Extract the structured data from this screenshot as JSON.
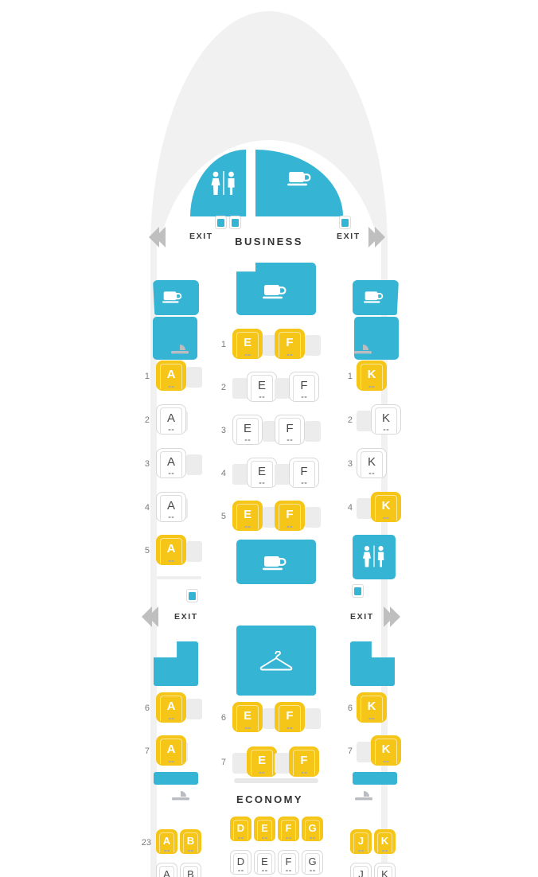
{
  "aircraft": {
    "nose_facilities": [
      {
        "name": "lavatory",
        "icon": "lavatory-icon",
        "side": "left"
      },
      {
        "name": "galley",
        "icon": "coffee-cup-icon",
        "side": "right"
      }
    ]
  },
  "cabins": [
    {
      "id": "business",
      "label": "BUSINESS"
    },
    {
      "id": "economy",
      "label": "ECONOMY"
    }
  ],
  "exits": [
    {
      "id": "exit-row-1",
      "left_label": "EXIT",
      "right_label": "EXIT"
    },
    {
      "id": "exit-row-2",
      "left_label": "EXIT",
      "right_label": "EXIT"
    }
  ],
  "legend_colors": {
    "available_seat": "#f5c518",
    "unavailable_seat": "#ffffff",
    "facility": "#36b4d4",
    "fuselage": "#f1f1f1",
    "exit_arrow": "#bfbfbf",
    "row_number": "#7a7a7a"
  },
  "business_rows": [
    {
      "row": "1",
      "left": [
        {
          "seat": "A",
          "status": "available",
          "offset": "right",
          "power": true
        }
      ],
      "center": [
        {
          "seat": "E",
          "status": "available",
          "offset": "left",
          "power": true
        },
        {
          "seat": "F",
          "status": "available",
          "offset": "left",
          "power": true
        }
      ],
      "right": [
        {
          "seat": "K",
          "status": "available",
          "offset": "left",
          "power": true
        }
      ]
    },
    {
      "row": "2",
      "left": [
        {
          "seat": "A",
          "status": "unavailable",
          "offset": "left",
          "power": true
        }
      ],
      "center": [
        {
          "seat": "E",
          "status": "unavailable",
          "offset": "right",
          "power": true
        },
        {
          "seat": "F",
          "status": "unavailable",
          "offset": "right",
          "power": true
        }
      ],
      "right": [
        {
          "seat": "K",
          "status": "unavailable",
          "offset": "right",
          "power": true
        }
      ]
    },
    {
      "row": "3",
      "left": [
        {
          "seat": "A",
          "status": "unavailable",
          "offset": "right",
          "power": true
        }
      ],
      "center": [
        {
          "seat": "E",
          "status": "unavailable",
          "offset": "left",
          "power": true
        },
        {
          "seat": "F",
          "status": "unavailable",
          "offset": "left",
          "power": true
        }
      ],
      "right": [
        {
          "seat": "K",
          "status": "unavailable",
          "offset": "left",
          "power": true
        }
      ]
    },
    {
      "row": "4",
      "left": [
        {
          "seat": "A",
          "status": "unavailable",
          "offset": "left",
          "power": true
        }
      ],
      "center": [
        {
          "seat": "E",
          "status": "unavailable",
          "offset": "right",
          "power": true
        },
        {
          "seat": "F",
          "status": "unavailable",
          "offset": "right",
          "power": true
        }
      ],
      "right": [
        {
          "seat": "K",
          "status": "available",
          "offset": "right",
          "power": true
        }
      ]
    },
    {
      "row": "5",
      "left": [
        {
          "seat": "A",
          "status": "available",
          "offset": "right",
          "power": true
        }
      ],
      "center": [
        {
          "seat": "E",
          "status": "available",
          "offset": "left",
          "power": true
        },
        {
          "seat": "F",
          "status": "available",
          "offset": "left",
          "power": true
        }
      ],
      "right": []
    },
    {
      "row": "6",
      "left": [
        {
          "seat": "A",
          "status": "available",
          "offset": "right",
          "power": true
        }
      ],
      "center": [
        {
          "seat": "E",
          "status": "available",
          "offset": "left",
          "power": true
        },
        {
          "seat": "F",
          "status": "available",
          "offset": "left",
          "power": true
        }
      ],
      "right": [
        {
          "seat": "K",
          "status": "available",
          "offset": "left",
          "power": true
        }
      ]
    },
    {
      "row": "7",
      "left": [
        {
          "seat": "A",
          "status": "available",
          "offset": "left",
          "power": true
        }
      ],
      "center": [
        {
          "seat": "E",
          "status": "available",
          "offset": "right",
          "power": true
        },
        {
          "seat": "F",
          "status": "available",
          "offset": "right",
          "power": true
        }
      ],
      "right": [
        {
          "seat": "K",
          "status": "available",
          "offset": "right",
          "power": true
        }
      ]
    }
  ],
  "economy_rows": [
    {
      "row": "23",
      "left": [
        {
          "seat": "A",
          "status": "available",
          "power": true
        },
        {
          "seat": "B",
          "status": "available",
          "power": true
        }
      ],
      "center": [
        {
          "seat": "D",
          "status": "available",
          "power": true
        },
        {
          "seat": "E",
          "status": "available",
          "power": true
        },
        {
          "seat": "F",
          "status": "available",
          "power": true
        },
        {
          "seat": "G",
          "status": "available",
          "power": true
        }
      ],
      "right": [
        {
          "seat": "J",
          "status": "available",
          "power": true
        },
        {
          "seat": "K",
          "status": "available",
          "power": true
        }
      ]
    },
    {
      "row": "24",
      "left": [
        {
          "seat": "A",
          "status": "unavailable",
          "power": true
        },
        {
          "seat": "B",
          "status": "unavailable",
          "power": true
        }
      ],
      "center": [
        {
          "seat": "D",
          "status": "unavailable",
          "power": true
        },
        {
          "seat": "E",
          "status": "unavailable",
          "power": true
        },
        {
          "seat": "F",
          "status": "unavailable",
          "power": true
        },
        {
          "seat": "G",
          "status": "unavailable",
          "power": true
        }
      ],
      "right": [
        {
          "seat": "J",
          "status": "unavailable",
          "power": true
        },
        {
          "seat": "K",
          "status": "unavailable",
          "power": true
        }
      ]
    }
  ],
  "facilities": {
    "galley_left_1": "coffee-cup-icon",
    "galley_right_1": "coffee-cup-icon",
    "galley_center_1": "coffee-cup-icon",
    "galley_center_2": "coffee-cup-icon",
    "lavatory_right_2": "lavatory-icon",
    "closet_center": "hanger-icon",
    "bassinets": [
      "bassinet-icon",
      "bassinet-icon",
      "bassinet-icon",
      "bassinet-icon"
    ],
    "jumpseats": 5
  }
}
